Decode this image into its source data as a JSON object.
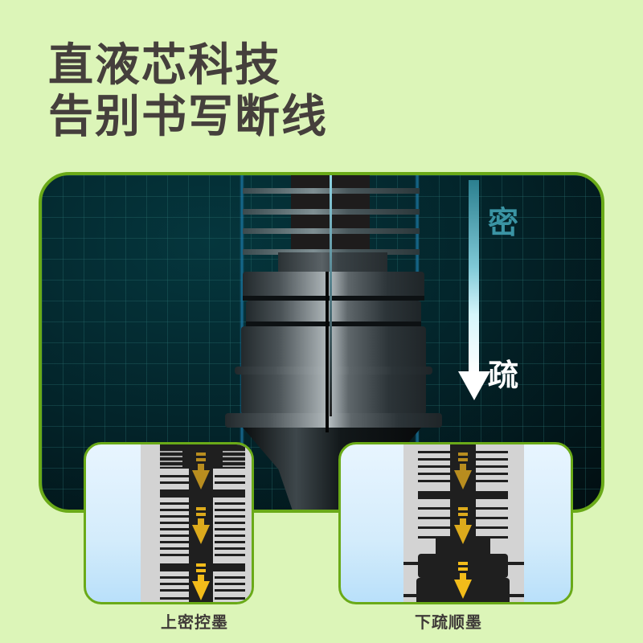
{
  "headline": {
    "line1": "直液芯科技",
    "line2": "告别书写断线"
  },
  "colors": {
    "background": "#dcf5b8",
    "accent_border": "#6aaa18",
    "headline_text": "#453f3c",
    "panel_dark": "#03242a",
    "arrow_gradient_start": "#2b7f8f",
    "arrow_gradient_end": "#ffffff",
    "ink_arrow": "#e8b21c"
  },
  "diagram": {
    "arrow_icon": "down-arrow-icon",
    "label_top": "密",
    "label_bottom": "疏"
  },
  "cards": [
    {
      "caption": "上密控墨",
      "icon": "dense-feed-crosssection-icon"
    },
    {
      "caption": "下疏顺墨",
      "icon": "sparse-feed-crosssection-icon"
    }
  ]
}
